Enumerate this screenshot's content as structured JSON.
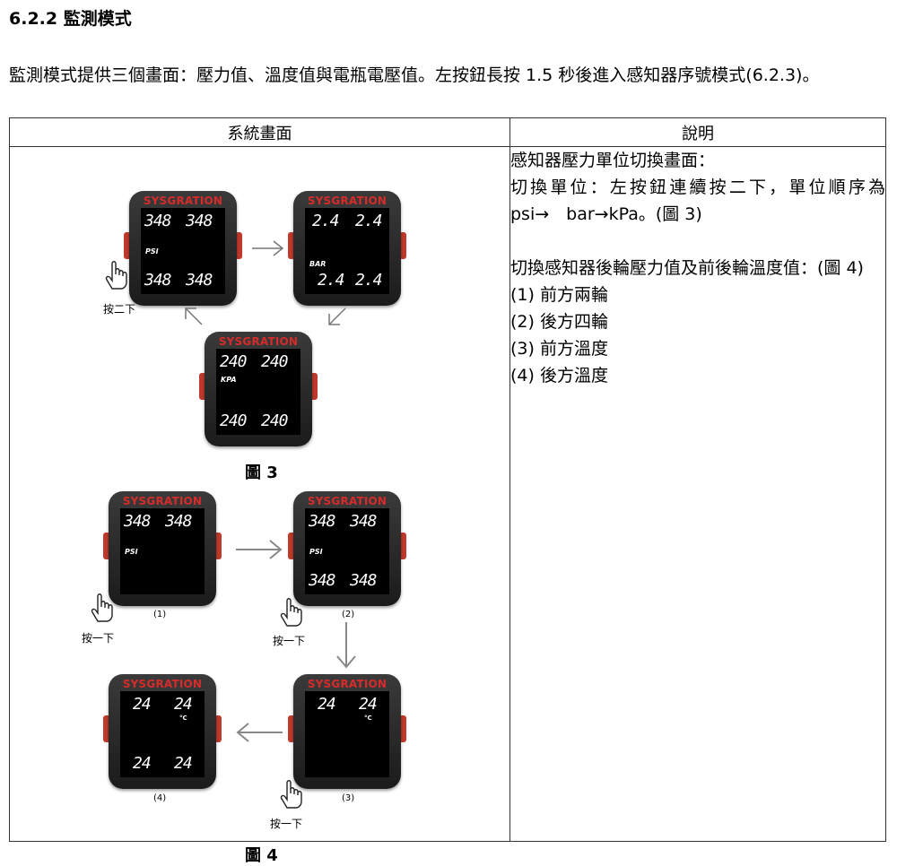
{
  "heading": "6.2.2 監測模式",
  "intro": "監測模式提供三個畫面：壓力值、溫度值與電瓶電壓值。左按鈕長按 1.5 秒後進入感知器序號模式(6.2.3)。",
  "table": {
    "col1": "系統畫面",
    "col2": "說明"
  },
  "brand": "SYSGRATION",
  "fig3": {
    "caption": "圖 3",
    "press": "按二下",
    "psi": {
      "unit": "PSI",
      "top_left": "348",
      "top_right": "348",
      "bot_left": "348",
      "bot_right": "348"
    },
    "bar": {
      "unit": "BAR",
      "top_left": "2.4",
      "top_right": "2.4",
      "bot_left": "2.4",
      "bot_right": "2.4"
    },
    "kpa": {
      "unit": "KPA",
      "top_left": "240",
      "top_right": "240",
      "bot_left": "240",
      "bot_right": "240"
    }
  },
  "fig4": {
    "caption": "圖 4",
    "press": "按一下",
    "d1": {
      "num": "(1)",
      "unit": "PSI",
      "top_left": "348",
      "top_right": "348"
    },
    "d2": {
      "num": "(2)",
      "unit": "PSI",
      "top_left": "348",
      "top_right": "348",
      "bot_left": "348",
      "bot_right": "348"
    },
    "d3": {
      "num": "(3)",
      "top_left": "24",
      "top_right": "24",
      "deg": "°C"
    },
    "d4": {
      "num": "(4)",
      "top_left": "24",
      "top_right": "24",
      "deg": "°C",
      "bot_left": "24",
      "bot_right": "24"
    }
  },
  "desc": {
    "l1": "感知器壓力單位切換畫面：",
    "l2": "切換單位：左按鈕連續按二下，單位順序為　psi→　bar→kPa。(圖 3)",
    "l3": "切換感知器後輪壓力值及前後輪溫度值：(圖 4)",
    "i1": "(1) 前方兩輪",
    "i2": "(2) 後方四輪",
    "i3": "(3) 前方溫度",
    "i4": "(4) 後方溫度"
  }
}
